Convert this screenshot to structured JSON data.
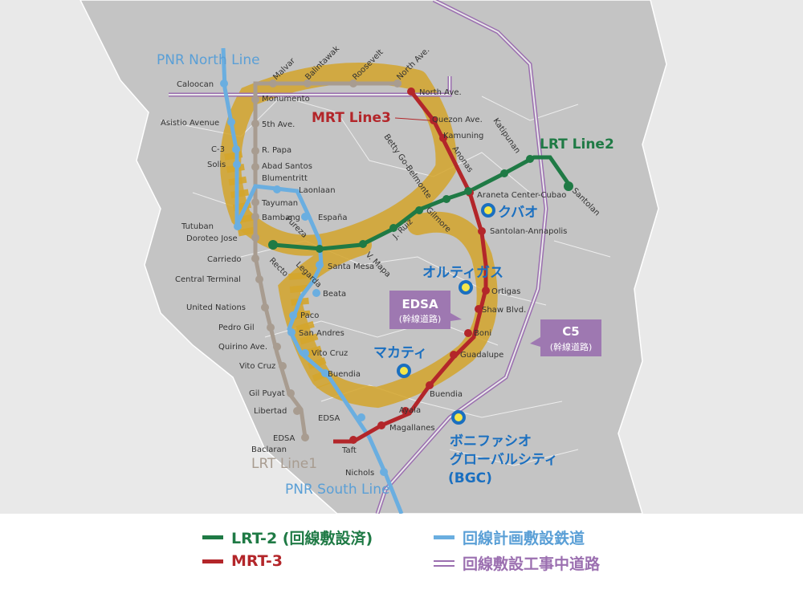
{
  "map_data": {
    "line_labels": {
      "pnr_north": "PNR North Line",
      "pnr_south": "PNR South Line",
      "mrt3": "MRT Line3",
      "lrt2": "LRT Line2",
      "lrt1": "LRT Line1"
    },
    "road_labels": {
      "edsa_main": "EDSA",
      "edsa_sub": "(幹線道路)",
      "c5_main": "C5",
      "c5_sub": "(幹線道路)"
    },
    "districts": [
      {
        "name": "クバオ"
      },
      {
        "name": "オルティガス"
      },
      {
        "name": "マカティ"
      },
      {
        "name": "ボニファシオ"
      },
      {
        "name": "グローバルシティ"
      },
      {
        "name": "(BGC)"
      }
    ],
    "lrt1_stations": [
      "Monumento",
      "5th Ave.",
      "R. Papa",
      "Abad Santos",
      "Blumentritt",
      "Tayuman",
      "Bambang",
      "Doroteo Jose",
      "Carriedo",
      "Central Terminal",
      "United Nations",
      "Pedro Gil",
      "Quirino Ave.",
      "Vito Cruz",
      "Gil Puyat",
      "Libertad",
      "EDSA",
      "Baclaran"
    ],
    "pnr_stations": [
      "Caloocan",
      "Asistio Avenue",
      "C-3",
      "Solis",
      "Tutuban",
      "Blumentritt",
      "Laonlaan",
      "España",
      "Santa Mesa",
      "Beata",
      "Paco",
      "San Andres",
      "Vito Cruz",
      "Buendia",
      "EDSA",
      "Nichols"
    ],
    "mrt3_stations": [
      "North Ave.",
      "Quezon Ave.",
      "Kamuning",
      "Araneta Center-Cubao",
      "Santolan-Annapolis",
      "Ortigas",
      "Shaw Blvd.",
      "Boni",
      "Guadalupe",
      "Buendia",
      "Ayala",
      "Magallanes",
      "Taft"
    ],
    "lrt2_stations": [
      "Recto",
      "Legarda",
      "Pureza",
      "V. Mapa",
      "J. Ruiz",
      "Gilmore",
      "Betty Go-Belmonte",
      "Anonas",
      "Katipunan",
      "Santolan"
    ],
    "rotated_labels": [
      "Malvar",
      "Balintawak",
      "Roosevelt",
      "North Ave."
    ],
    "legend": [
      {
        "label": "LRT-2 (回線敷設済)",
        "color": "#1f7a45",
        "style": "line"
      },
      {
        "label": "回線計画敷設鉄道",
        "color": "#6aaee0",
        "style": "line"
      },
      {
        "label": "MRT-3",
        "color": "#b3262a",
        "style": "line"
      },
      {
        "label": "回線敷設工事中道路",
        "color": "#9b6fb0",
        "style": "double"
      }
    ],
    "colors": {
      "land": "#c4c4c4",
      "background": "#e9e9e9",
      "highlight": "#d4a52c",
      "lrt2": "#1f7a45",
      "mrt3": "#b3262a",
      "pnr": "#6aaee0",
      "lrt1": "#a89c90",
      "road": "#9b6fb0",
      "district": "#1a6fc0"
    }
  }
}
